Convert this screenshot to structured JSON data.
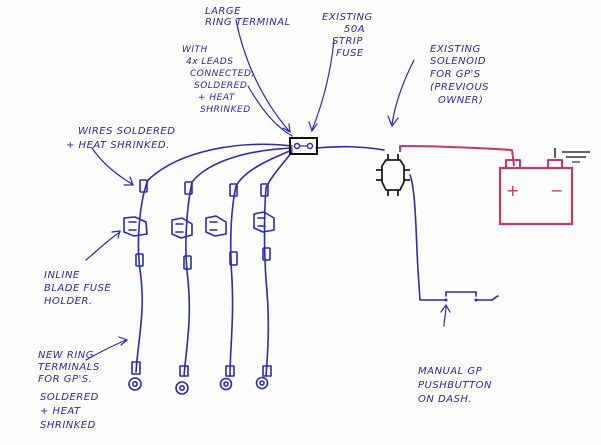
{
  "labels": {
    "large_ring": [
      "LARGE",
      "RING TERMINAL"
    ],
    "with_leads": [
      "WITH",
      "4x LEADS",
      "CONNECTED,",
      "SOLDERED",
      "+ HEAT",
      "SHRINKED"
    ],
    "strip_fuse": [
      "EXISTING",
      "50A",
      "STRIP",
      "FUSE"
    ],
    "solenoid": [
      "EXISTING",
      "SOLENOID",
      "FOR GP'S",
      "(PREVIOUS",
      "OWNER)"
    ],
    "wires_soldered": [
      "WIRES SOLDERED",
      "+ HEAT SHRINKED."
    ],
    "inline_fuse": [
      "INLINE",
      "BLADE FUSE",
      "HOLDER."
    ],
    "ring_terminals": [
      "NEW RING",
      "TERMINALS",
      "FOR GP'S.",
      "SOLDERED",
      "+ HEAT",
      "SHRINKED"
    ],
    "pushbutton": [
      "MANUAL GP",
      "PUSHBUTTON",
      "ON DASH."
    ]
  },
  "battery": {
    "plus": "+",
    "minus": "−"
  },
  "colors": {
    "ink_blue": "#2a2ab4",
    "ink_black": "#1c1c1c",
    "ink_pink": "#c23a6a"
  }
}
